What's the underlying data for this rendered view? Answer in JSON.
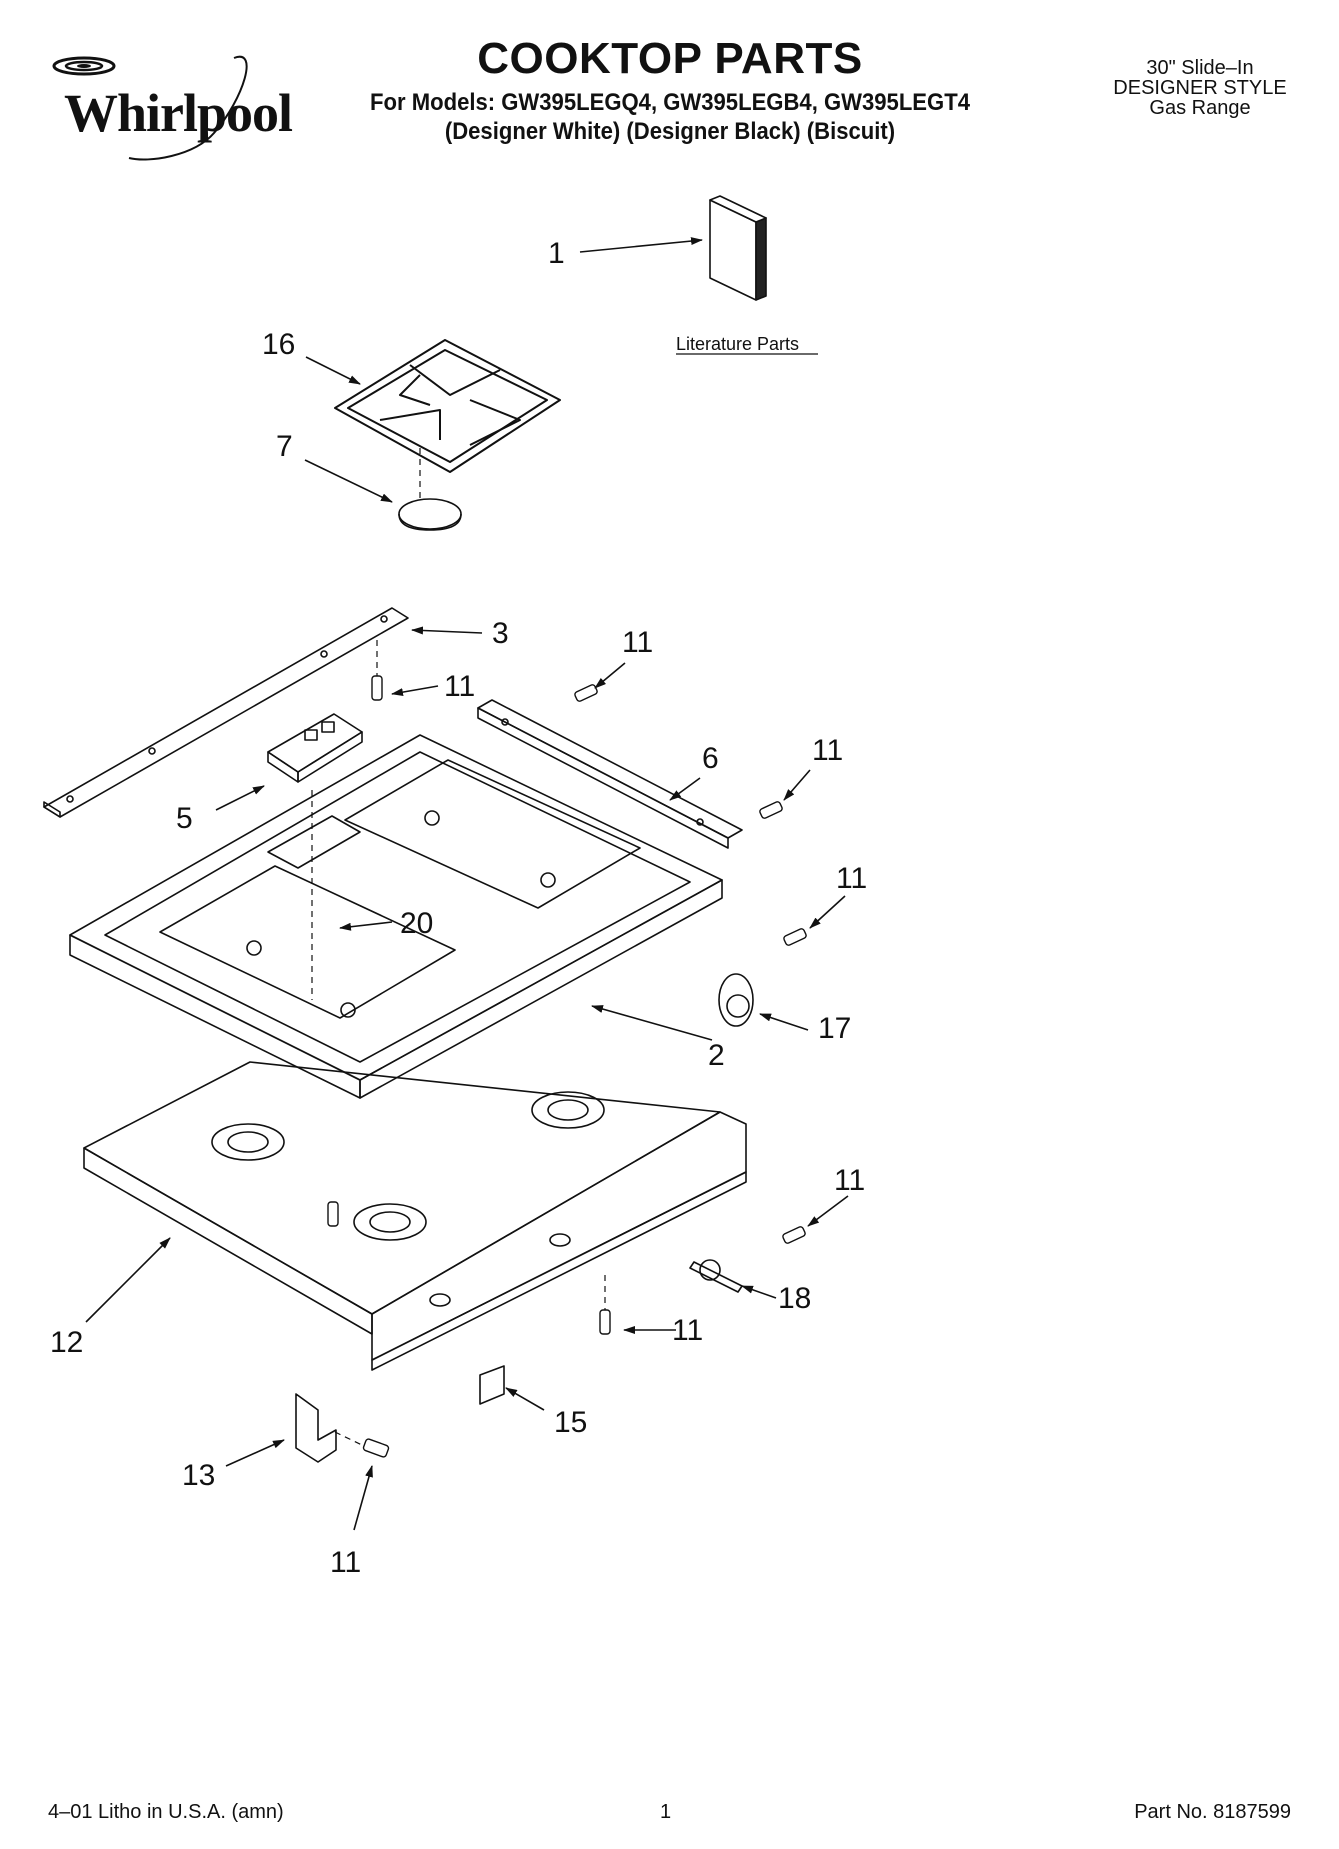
{
  "header": {
    "brand": "Whirlpool",
    "title": "COOKTOP PARTS",
    "models_line": "For Models: GW395LEGQ4, GW395LEGB4, GW395LEGT4",
    "colors_line": "(Designer White) (Designer Black) (Biscuit)",
    "product_line1": "30\" Slide–In",
    "product_line2": "DESIGNER STYLE",
    "product_line3": "Gas Range"
  },
  "diagram": {
    "literature_label": "Literature Parts",
    "callouts": {
      "c1": "1",
      "c16": "16",
      "c7": "7",
      "c3": "3",
      "c11a": "11",
      "c11b": "11",
      "c6": "6",
      "c11c": "11",
      "c5": "5",
      "c20": "20",
      "c11d": "11",
      "c17": "17",
      "c2": "2",
      "c11e": "11",
      "c18": "18",
      "c11f": "11",
      "c12": "12",
      "c15": "15",
      "c13": "13",
      "c11g": "11"
    }
  },
  "footer": {
    "left": "4–01 Litho in U.S.A. (amn)",
    "page": "1",
    "right": "Part No. 8187599"
  }
}
